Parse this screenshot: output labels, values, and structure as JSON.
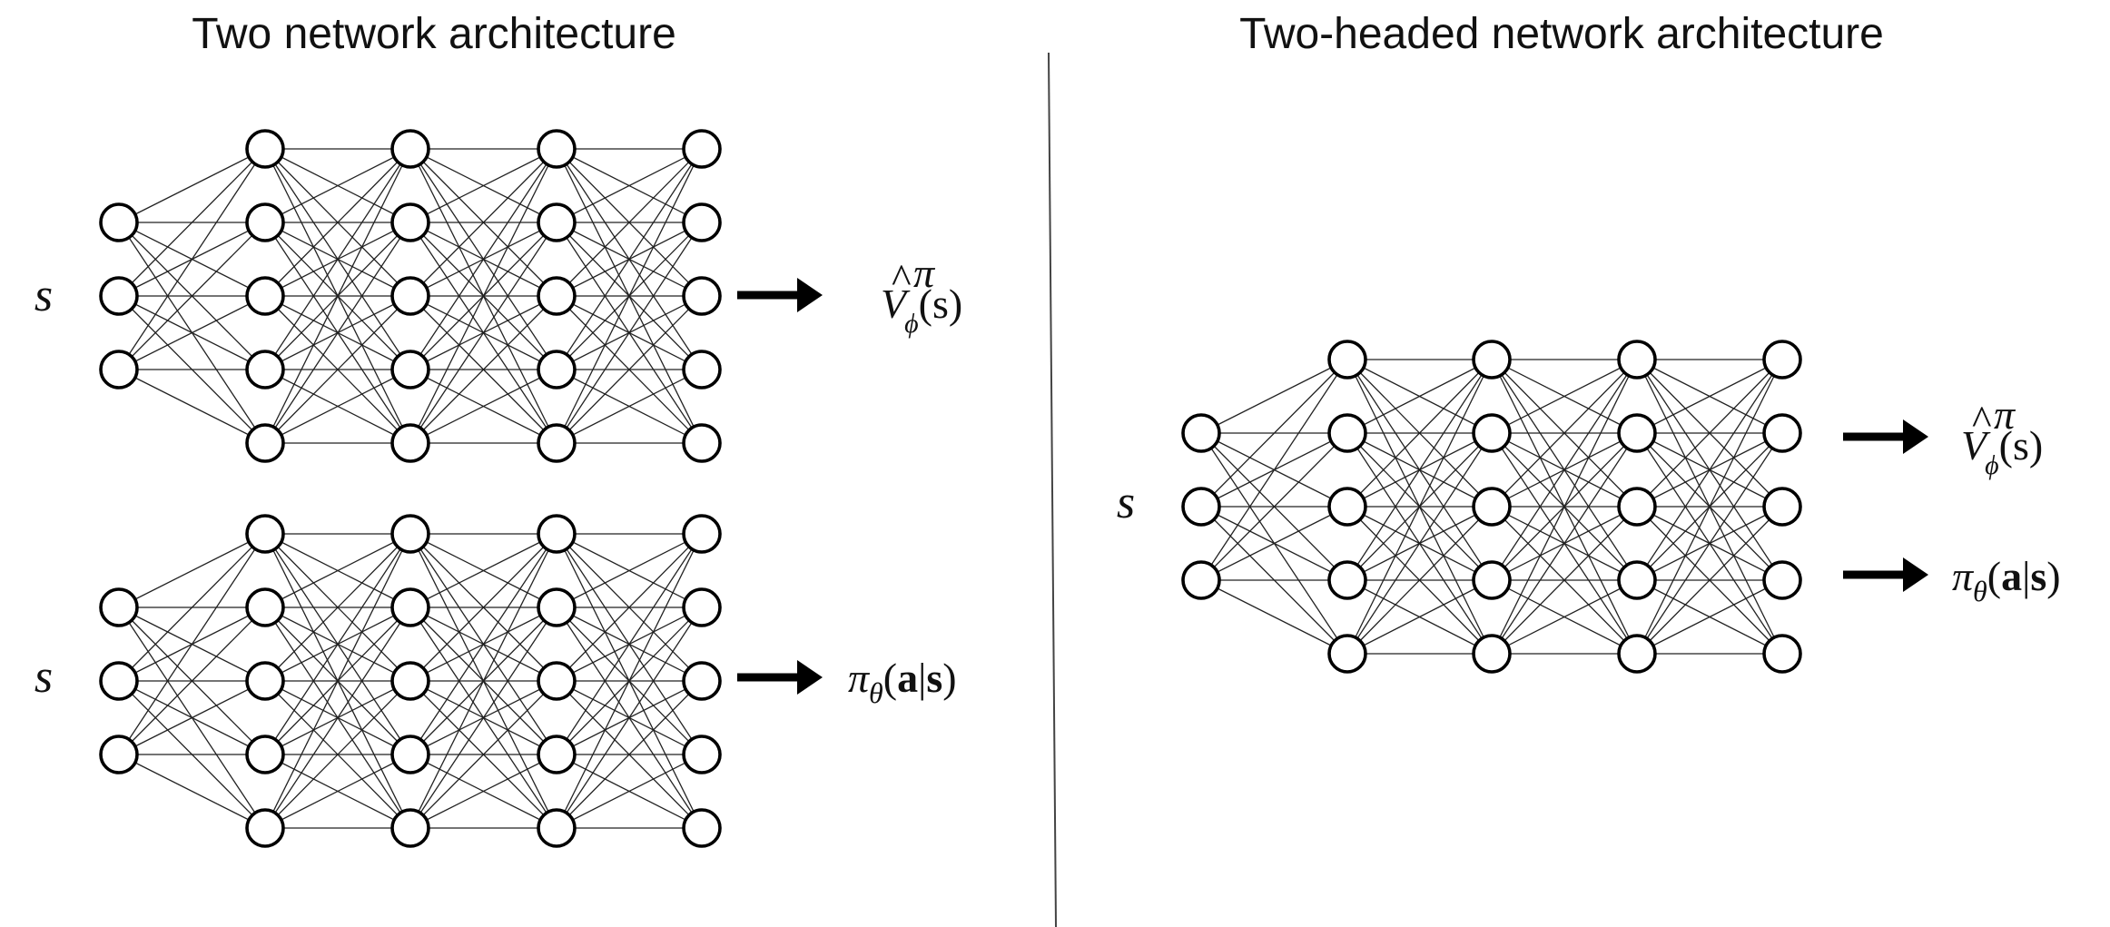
{
  "left_panel": {
    "title": "Two network architecture",
    "value_net": {
      "input_label": "s",
      "output": {
        "v": "V",
        "hat": "^",
        "sup": "π",
        "sub": "ϕ",
        "arg": "(s)"
      }
    },
    "policy_net": {
      "input_label": "s",
      "output": {
        "pi": "π",
        "sub": "θ",
        "open": "(",
        "a": "a",
        "bar": "|",
        "s": "s",
        "close": ")"
      }
    }
  },
  "right_panel": {
    "title": "Two-headed network architecture",
    "shared_net": {
      "input_label": "s",
      "value_output": {
        "v": "V",
        "hat": "^",
        "sup": "π",
        "sub": "ϕ",
        "arg": "(s)"
      },
      "policy_output": {
        "pi": "π",
        "sub": "θ",
        "open": "(",
        "a": "a",
        "bar": "|",
        "s": "s",
        "close": ")"
      }
    }
  },
  "network_shape": {
    "layer_sizes": [
      3,
      5,
      5,
      5,
      5
    ]
  }
}
